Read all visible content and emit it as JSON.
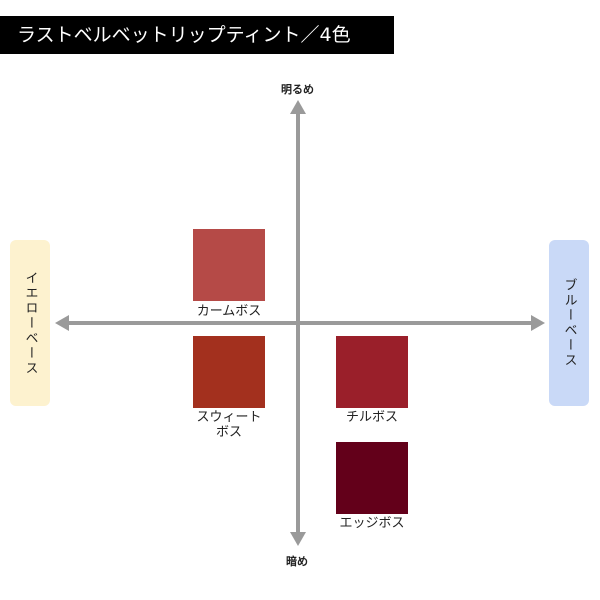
{
  "title": "ラストベルベットリップティント／4色",
  "axes": {
    "top": "明るめ",
    "bottom": "暗め",
    "left": "イエローベース",
    "right": "ブルーベース"
  },
  "colors": {
    "left_box": "#fdf2cf",
    "right_box": "#c9d9f7",
    "axis": "#9a9a9a"
  },
  "swatches": [
    {
      "name": "カームボス",
      "color": "#b54a47"
    },
    {
      "name": "スウィートボス",
      "line1": "スウィート",
      "line2": "ボス",
      "color": "#a3301e"
    },
    {
      "name": "チルボス",
      "color": "#9a1f2a"
    },
    {
      "name": "エッジボス",
      "color": "#63001a"
    }
  ]
}
